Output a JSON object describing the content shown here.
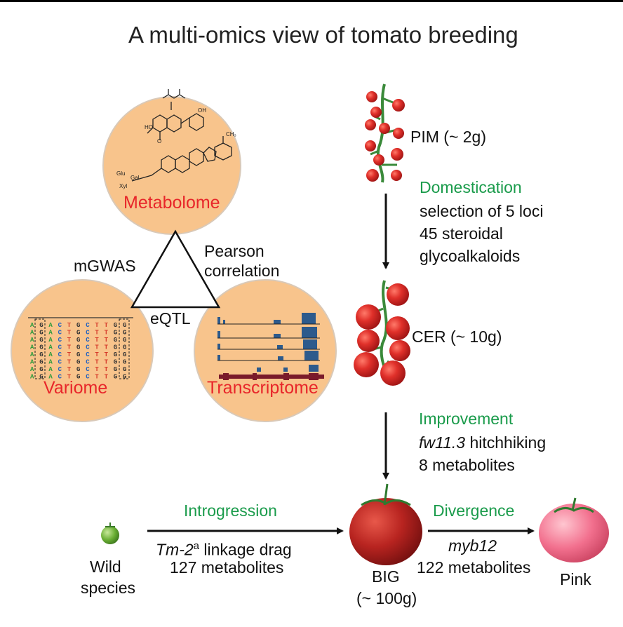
{
  "title": "A multi-omics view of tomato breeding",
  "omics": {
    "metabolome": "Metabolome",
    "variome": "Variome",
    "transcriptome": "Transcriptome",
    "edge_left": "mGWAS",
    "edge_right_1": "Pearson",
    "edge_right_2": "correlation",
    "edge_bottom": "eQTL"
  },
  "variants": {
    "columns": [
      "A",
      "G",
      "A",
      "C",
      "T",
      "G",
      "C",
      "T",
      "T",
      "G",
      "G"
    ],
    "colors": {
      "A": "#2e9b3d",
      "G": "#333333",
      "C": "#2060c0",
      "T": "#d63a2a"
    }
  },
  "stages": {
    "pim": "PIM (~ 2g)",
    "cer": "CER (~ 10g)",
    "big_1": "BIG",
    "big_2": "(~ 100g)",
    "pink": "Pink",
    "wild_1": "Wild",
    "wild_2": "species"
  },
  "transitions": {
    "domestication": {
      "title": "Domestication",
      "line1": "selection of 5 loci",
      "line2": "45 steroidal",
      "line3": "glycoalkaloids"
    },
    "improvement": {
      "title": "Improvement",
      "gene": "fw11.3",
      "line1_rest": " hitchhiking",
      "line2": "8 metabolites"
    },
    "introgression": {
      "title": "Introgression",
      "gene": "Tm-2",
      "sup": "a",
      "line1_rest": " linkage drag",
      "line2": "127 metabolites"
    },
    "divergence": {
      "title": "Divergence",
      "gene": "myb12",
      "line2": "122 metabolites"
    }
  },
  "colors": {
    "circle_fill": "#f8c48c",
    "circle_stroke": "#d9c9b8",
    "label_red": "#e8262a",
    "label_green": "#1a9b4b",
    "tomato_red": "#d42020",
    "pink_fruit": "#f07090",
    "vine_green": "#3a8a3a"
  }
}
